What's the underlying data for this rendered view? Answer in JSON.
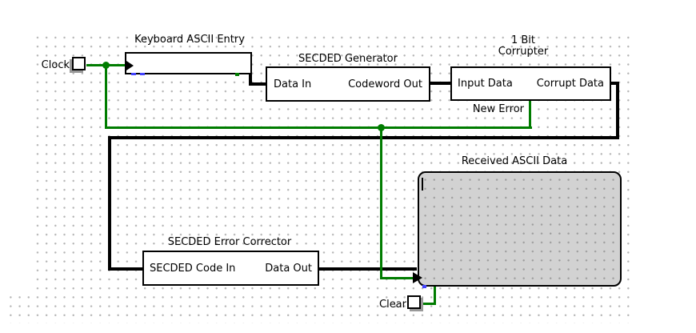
{
  "components": {
    "clock_button": {
      "label": "Clock"
    },
    "keyboard_entry": {
      "title": "Keyboard ASCII Entry"
    },
    "secded_generator": {
      "title": "SECDED Generator",
      "input_label": "Data In",
      "output_label": "Codeword Out"
    },
    "bit_corrupter": {
      "title_line1": "1 Bit",
      "title_line2": "Corrupter",
      "input_label": "Input Data",
      "output_label": "Corrupt Data",
      "bottom_port_label": "New Error"
    },
    "received_display": {
      "title": "Received ASCII Data"
    },
    "error_corrector": {
      "title": "SECDED Error Corrector",
      "input_label": "SECDED Code In",
      "output_label": "Data Out"
    },
    "clear_button": {
      "label": "Clear"
    }
  },
  "colors": {
    "signal_wire": "#007c00",
    "bus_wire": "#000000",
    "floating_port": "#4444ff",
    "display_fill": "#d2d2d2",
    "grid_dot": "#b4b4b4"
  }
}
